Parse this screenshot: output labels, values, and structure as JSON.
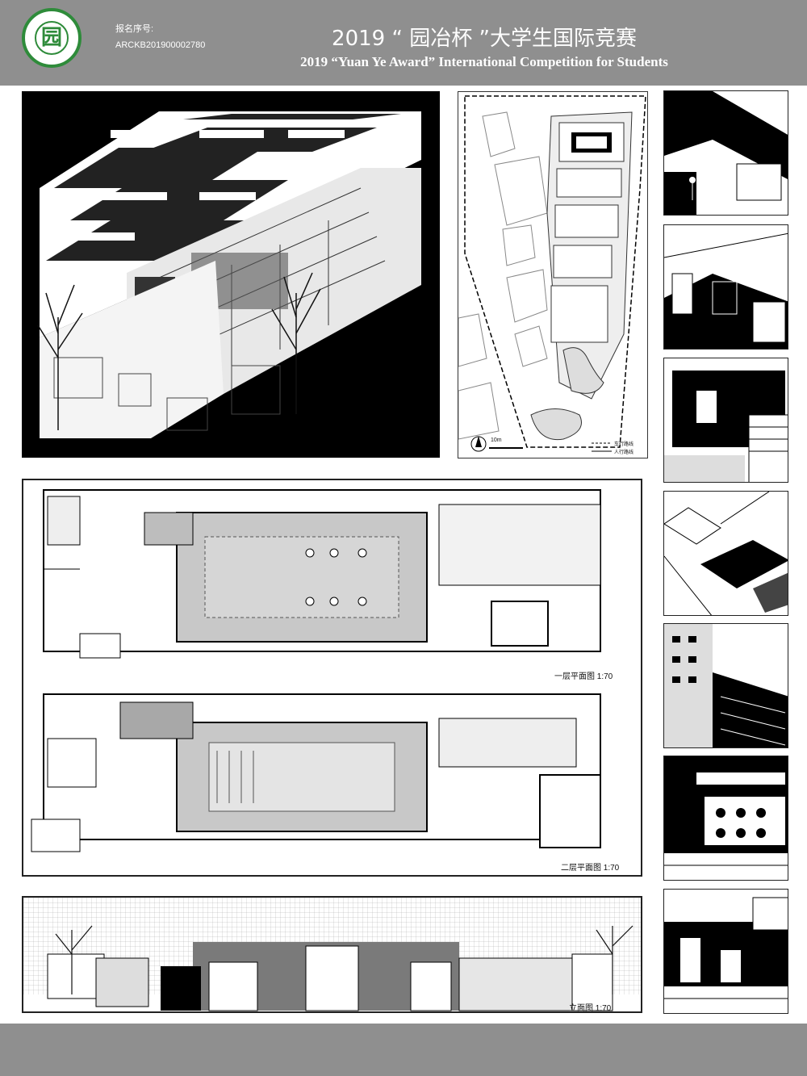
{
  "header": {
    "registration_label": "报名序号:",
    "registration_number": "ARCKB201900002780",
    "title_cn": "2019 “ 园冶杯 ”大学生国际竞赛",
    "title_en": "2019 “Yuan Ye Award” International Competition for  Students",
    "logo_glyph": "园"
  },
  "site_plan": {
    "scale_label": "10m",
    "legend": [
      "车行路线",
      "人行路线"
    ]
  },
  "plans": {
    "ground_floor_label": "一层平面图 1:70",
    "second_floor_label": "二层平面图 1:70"
  },
  "elevation": {
    "label": "立面图 1:70"
  },
  "colors": {
    "header_bg": "#8f8f8f",
    "logo_green": "#2e8b3a",
    "plan_fill": "#bdbdbd"
  },
  "icons": [
    "logo-emblem",
    "north-arrow-icon"
  ]
}
